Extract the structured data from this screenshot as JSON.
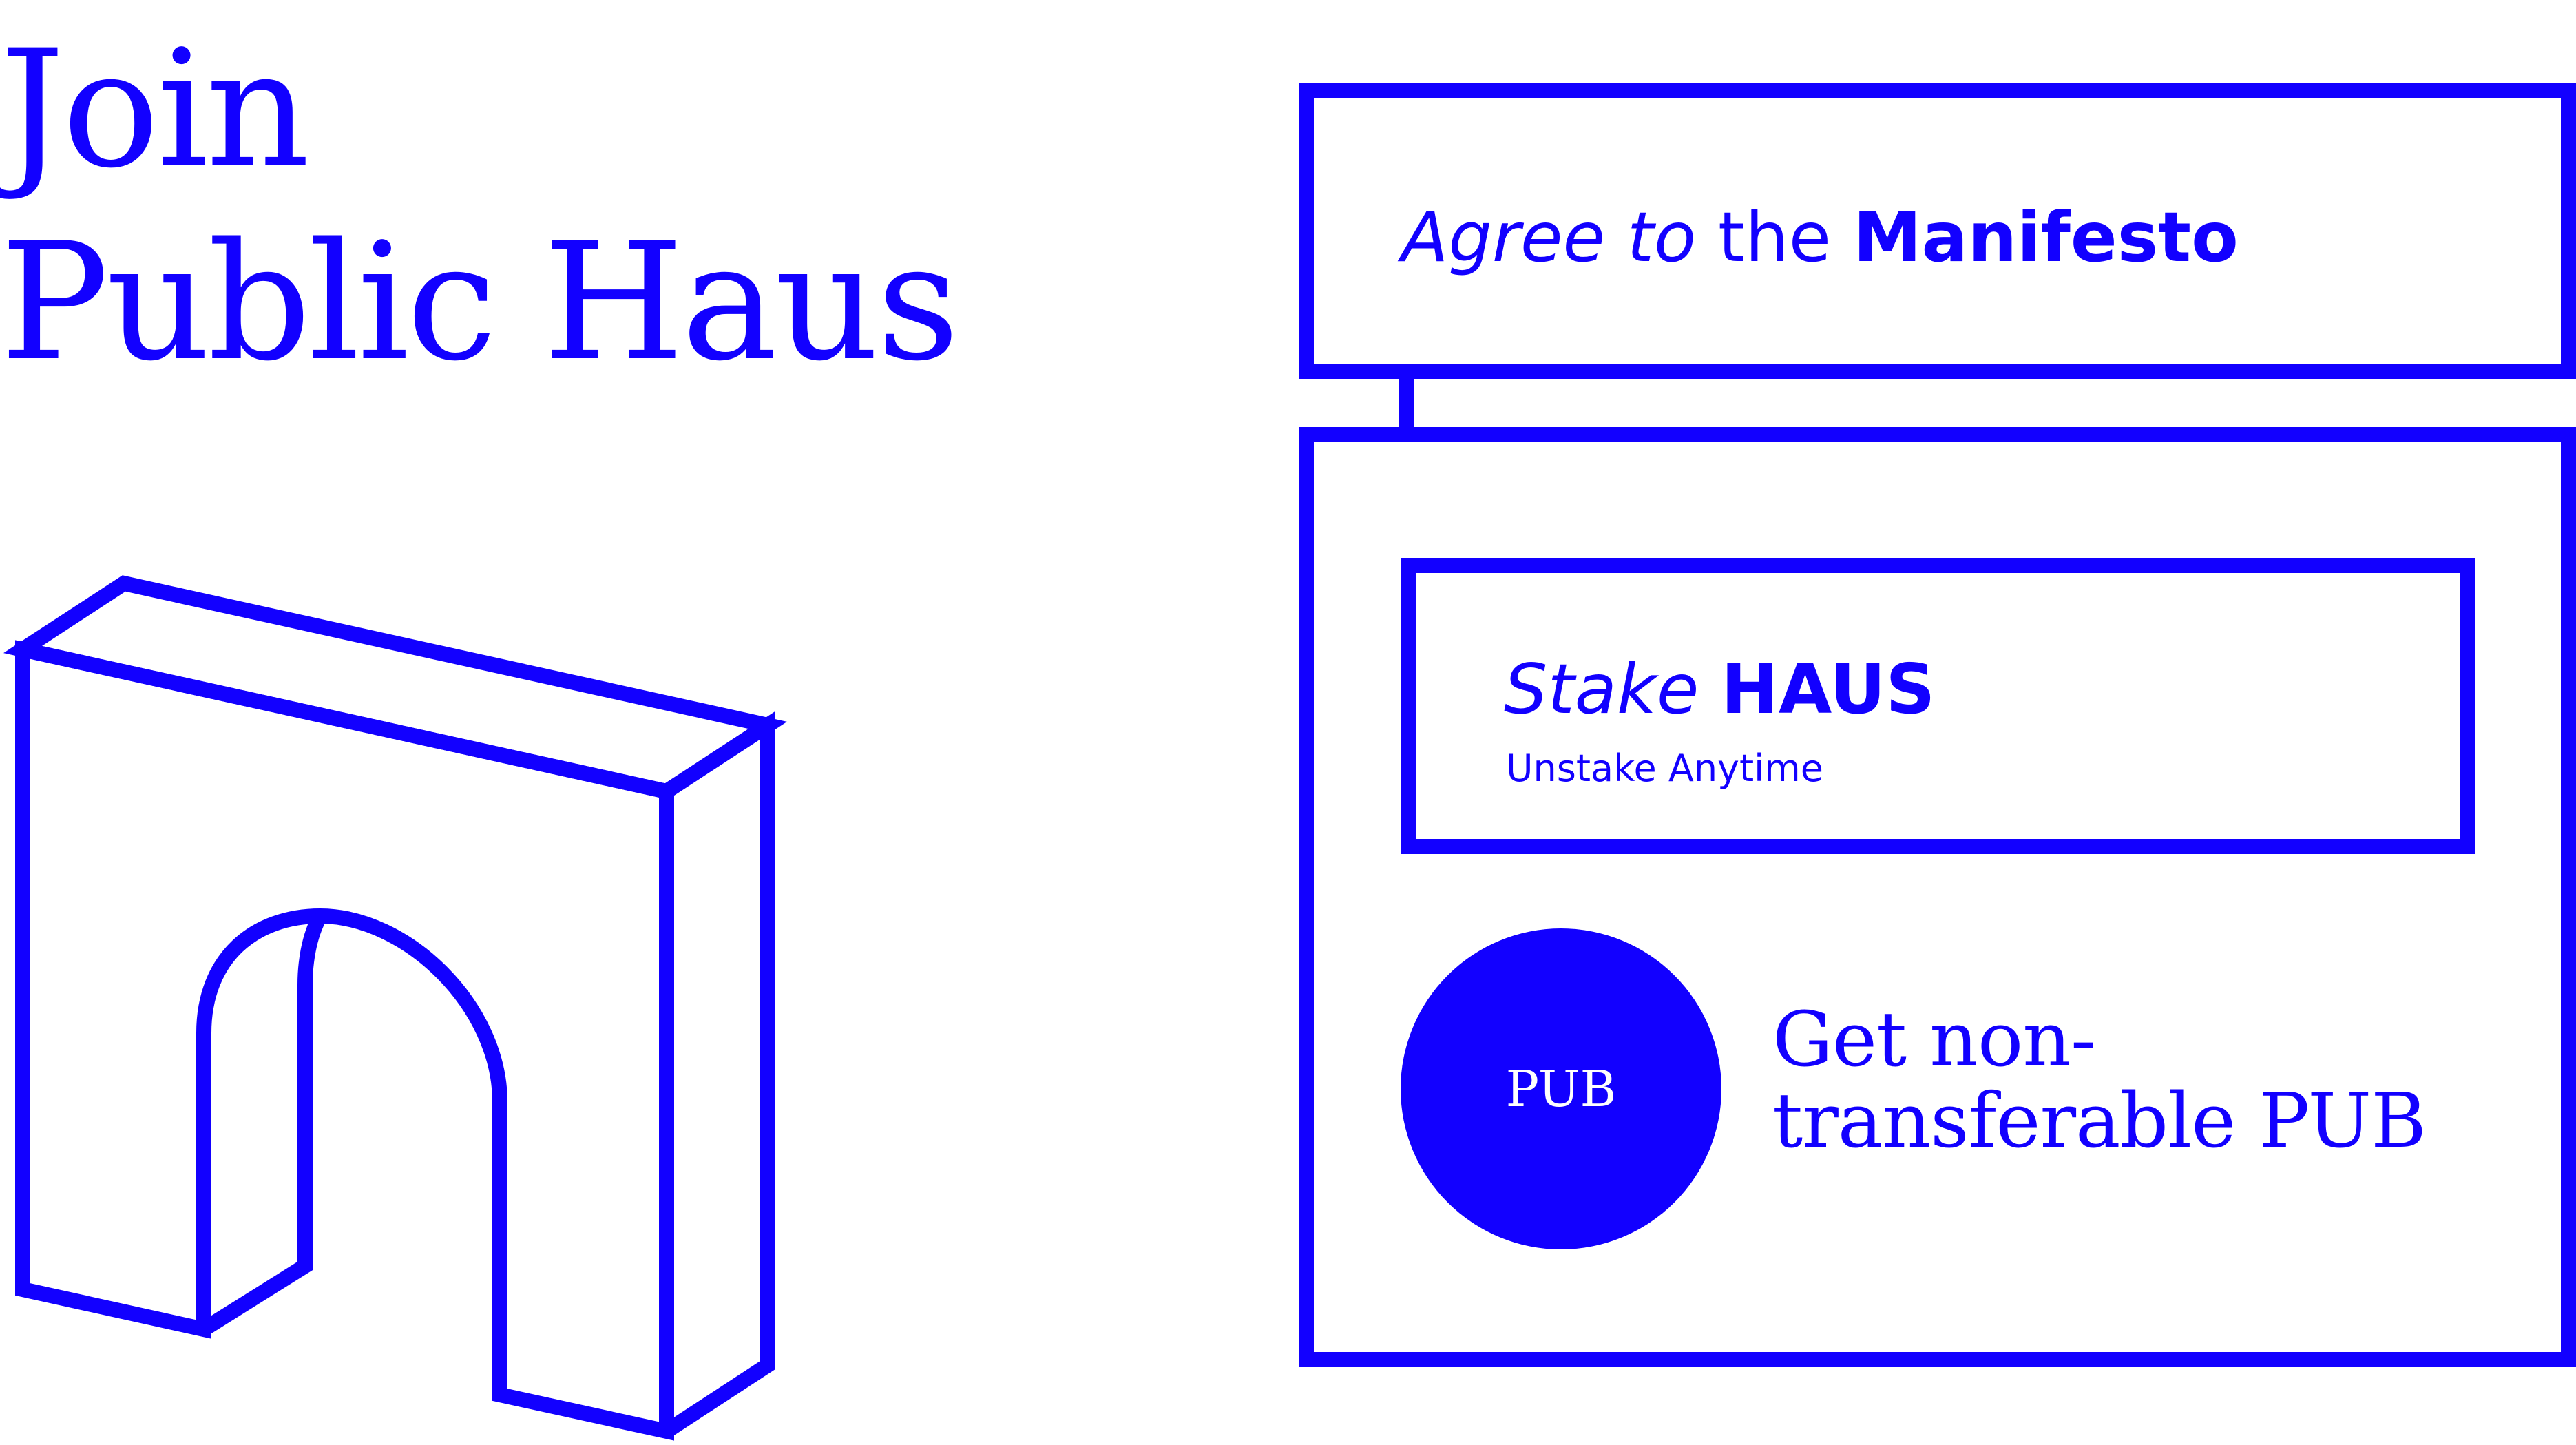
{
  "header": {
    "title_line_1": "Join",
    "title_line_2": "Public Haus"
  },
  "steps": {
    "manifesto": {
      "word_1": "Agree to",
      "word_2": "the",
      "word_3": "Manifesto"
    },
    "stake": {
      "word_1": "Stake",
      "word_2": "HAUS",
      "subtitle": "Unstake Anytime"
    },
    "pub": {
      "badge_label": "PUB",
      "text_line_1": "Get non-",
      "text_line_2": "transferable PUB"
    }
  },
  "icons": {
    "illustration": "arch-icon"
  },
  "colors": {
    "brand": "#1200ff",
    "background": "#ffffff"
  }
}
